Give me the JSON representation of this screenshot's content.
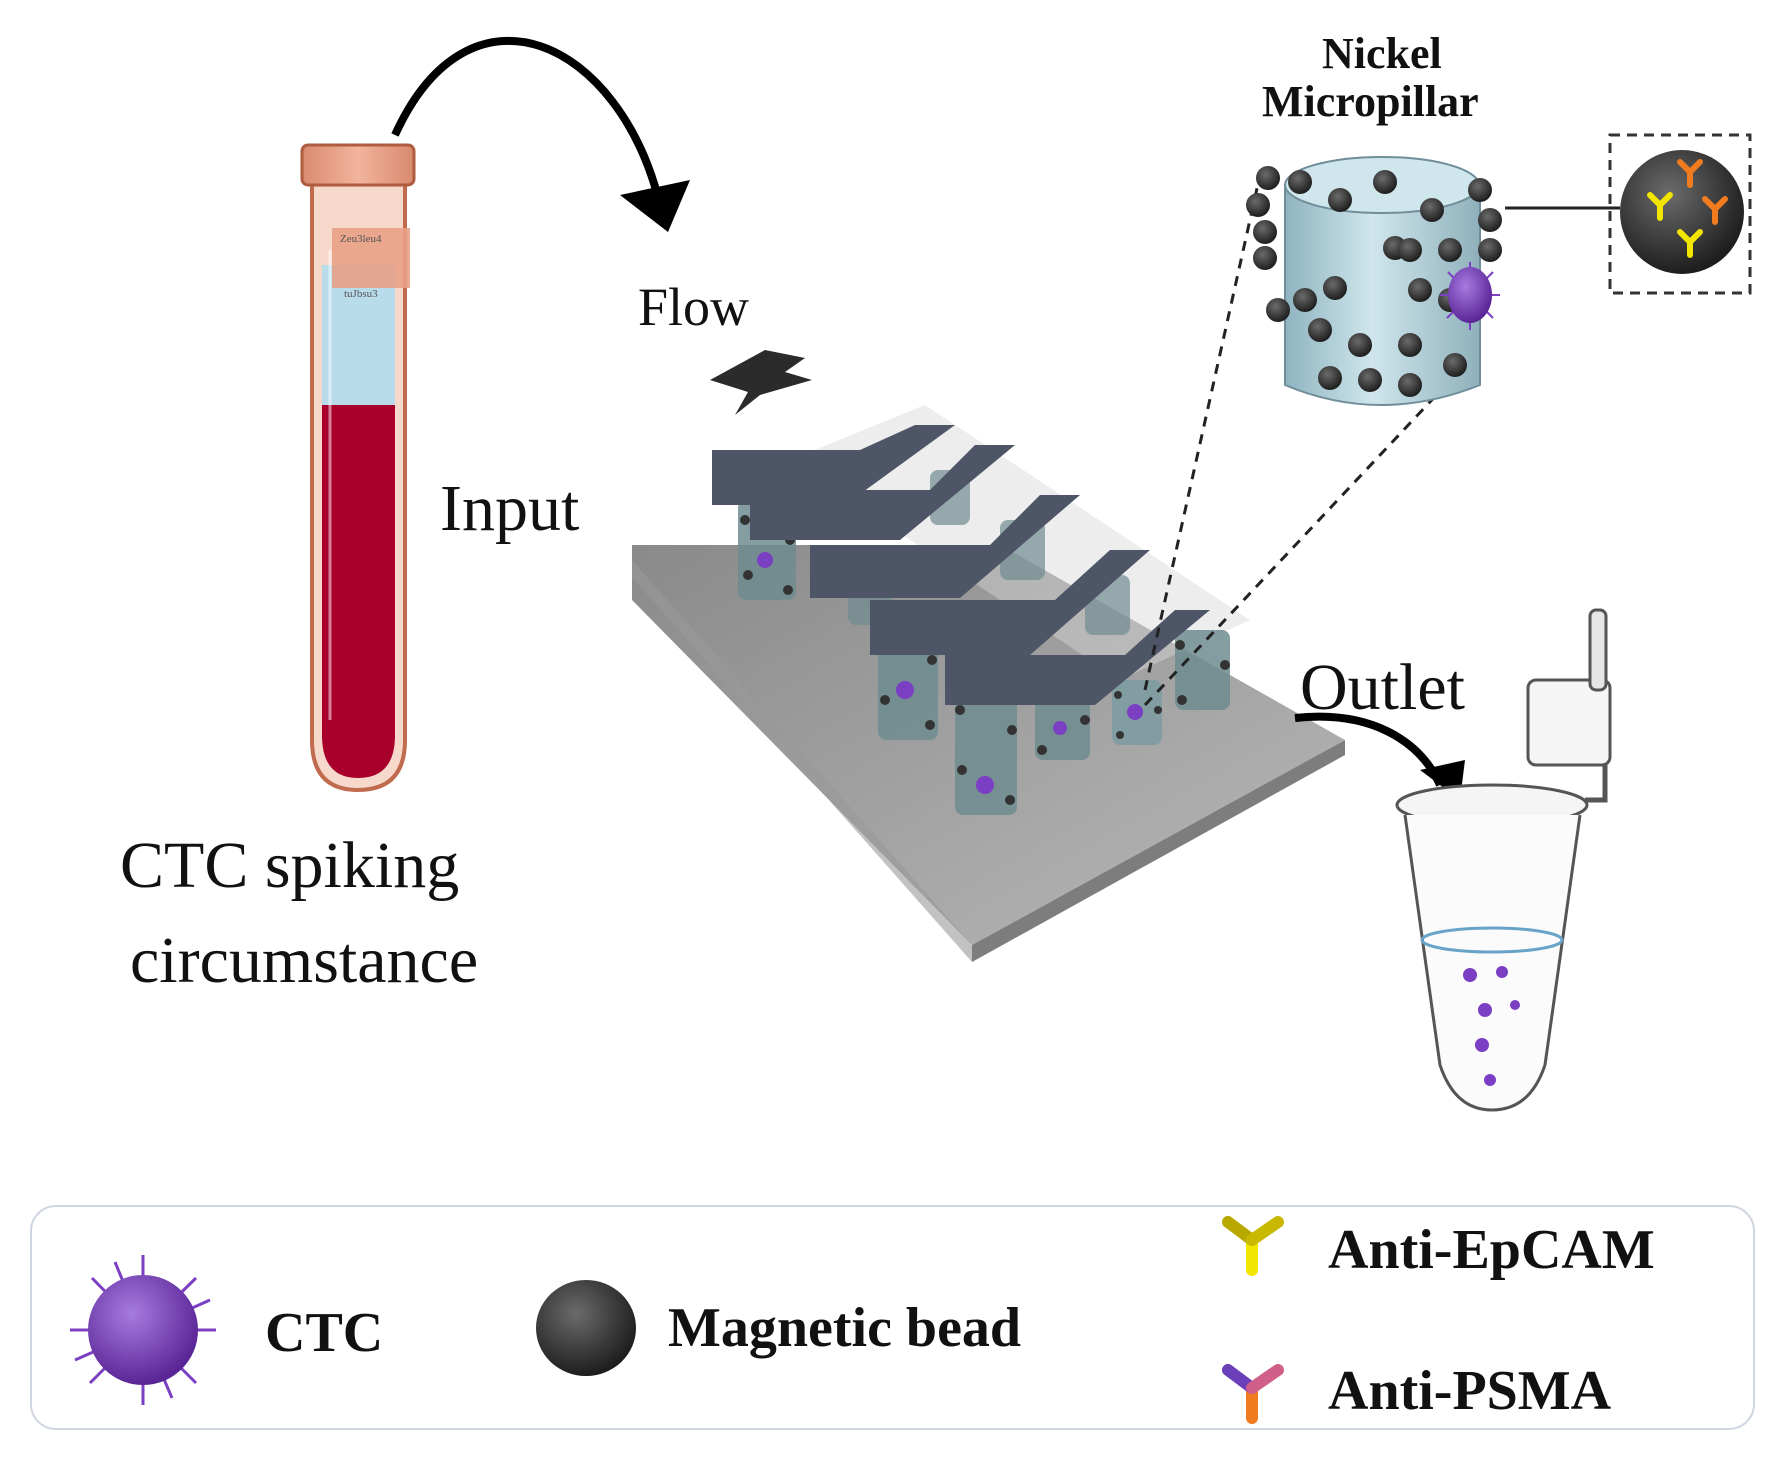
{
  "tube": {
    "label_line1": "CTC   spiking",
    "label_line2": "circumstance",
    "sticker_text_1": "Zeu3leu4",
    "sticker_text_2": "tuJbsu3"
  },
  "flow": {
    "flow_label": "Flow",
    "input_label": "Input",
    "outlet_label": "Outlet"
  },
  "zoom": {
    "title_line1": "Nickel",
    "title_line2": "Micropillar"
  },
  "legend": {
    "ctc_label": "CTC",
    "bead_label": "Magnetic bead",
    "epcam_label": "Anti-EpCAM",
    "psma_label": "Anti-PSMA"
  },
  "colors": {
    "blood": "#a8002b",
    "plasma": "#b8dcea",
    "tube_cap": "#e8a187",
    "bead": "#3a3a3a",
    "ctc": "#7b3fc4",
    "pillar": "#b5d3dc",
    "chip_bar": "#4d5566",
    "epcam": "#f2e600",
    "psma": "#f07c1f"
  }
}
